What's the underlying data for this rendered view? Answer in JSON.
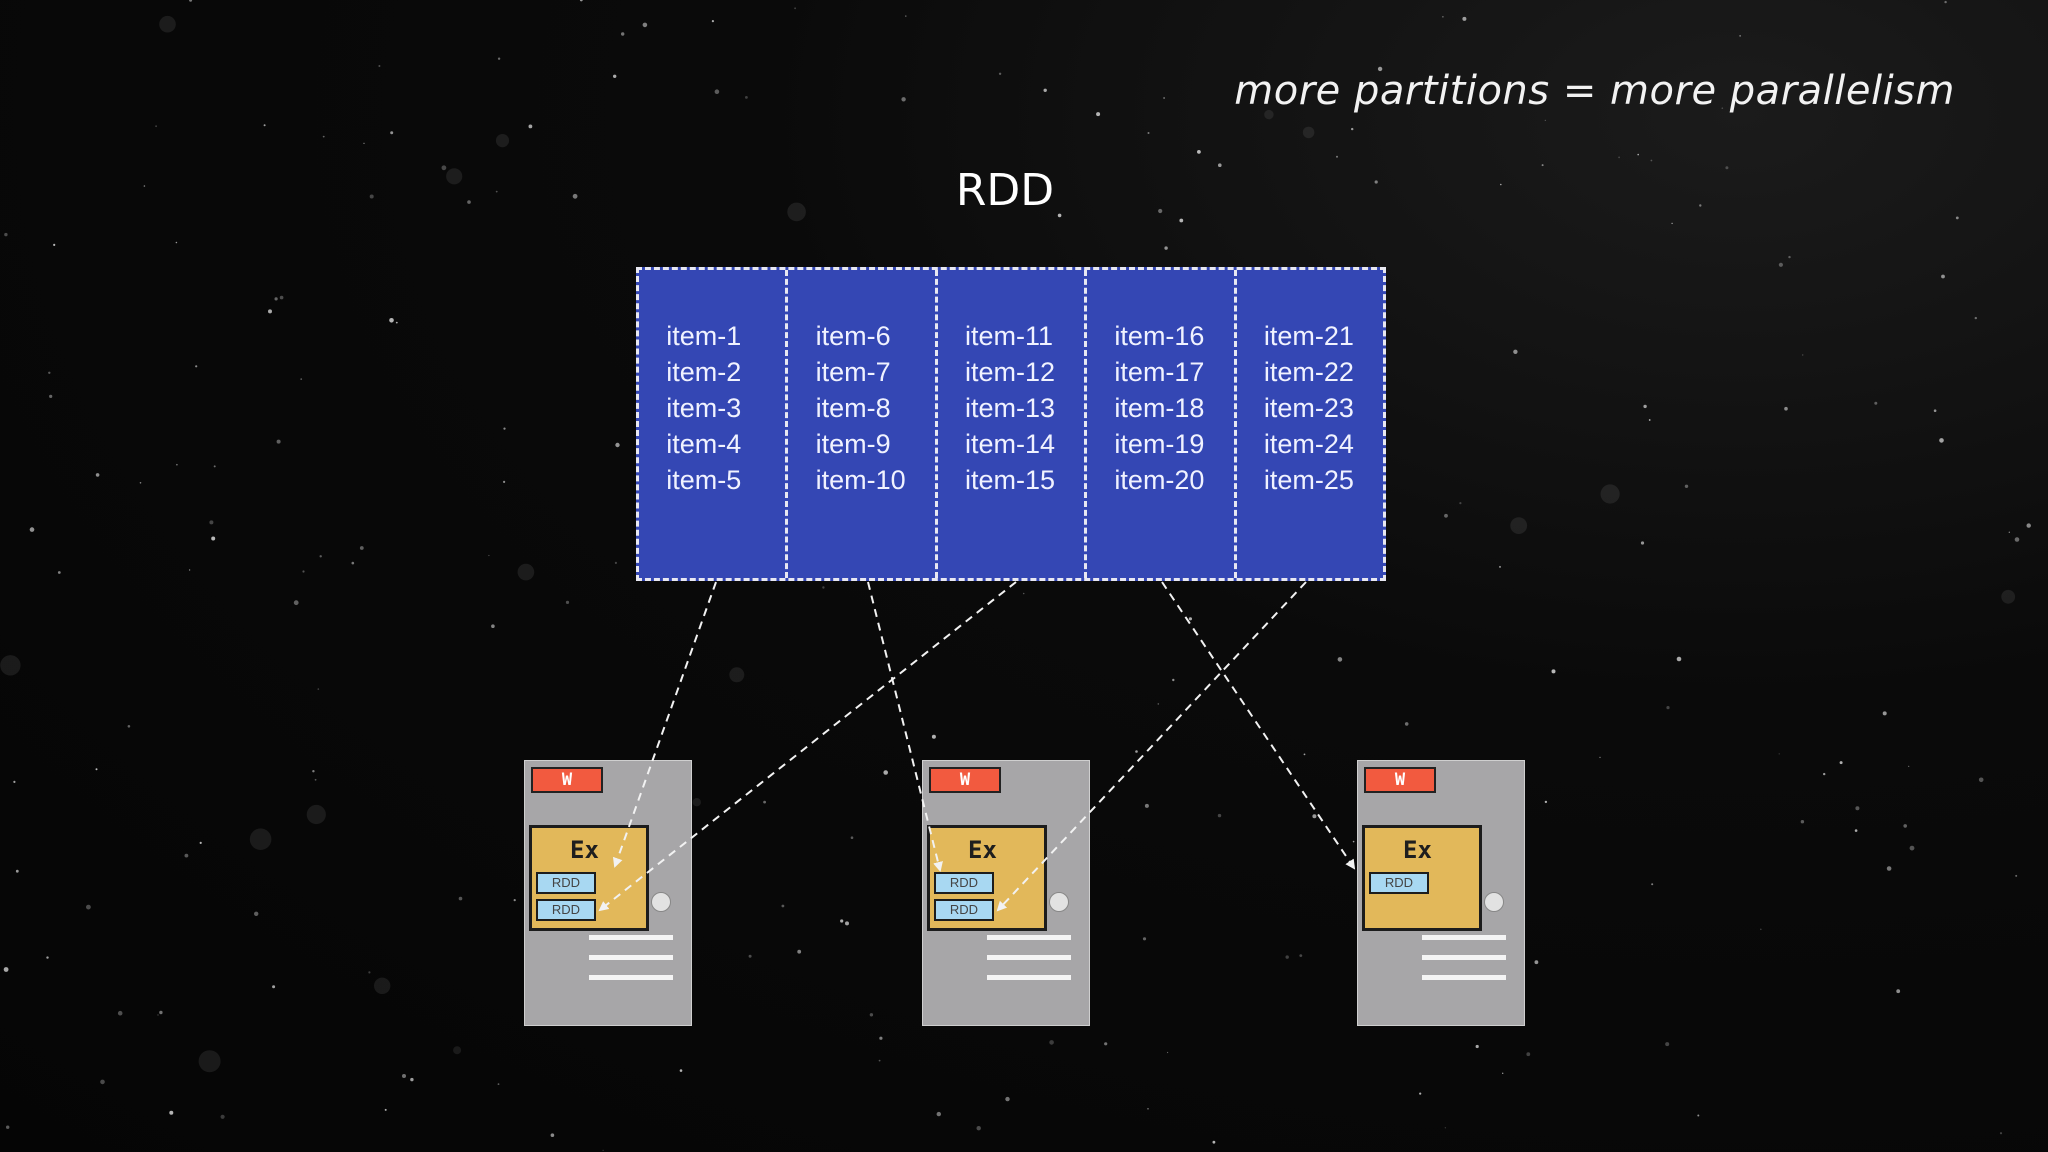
{
  "tagline": "more partitions = more parallelism",
  "rdd": {
    "title": "RDD",
    "fill_color": "#3447b4",
    "partitions": [
      {
        "items": [
          "item-1",
          "item-2",
          "item-3",
          "item-4",
          "item-5"
        ]
      },
      {
        "items": [
          "item-6",
          "item-7",
          "item-8",
          "item-9",
          "item-10"
        ]
      },
      {
        "items": [
          "item-11",
          "item-12",
          "item-13",
          "item-14",
          "item-15"
        ]
      },
      {
        "items": [
          "item-16",
          "item-17",
          "item-18",
          "item-19",
          "item-20"
        ]
      },
      {
        "items": [
          "item-21",
          "item-22",
          "item-23",
          "item-24",
          "item-25"
        ]
      }
    ]
  },
  "workers": [
    {
      "badge": "W",
      "executor_label": "Ex",
      "rdd_chips": [
        "RDD",
        "RDD"
      ]
    },
    {
      "badge": "W",
      "executor_label": "Ex",
      "rdd_chips": [
        "RDD",
        "RDD"
      ]
    },
    {
      "badge": "W",
      "executor_label": "Ex",
      "rdd_chips": [
        "RDD"
      ]
    }
  ],
  "colors": {
    "worker_badge": "#f25a3f",
    "executor": "#e2b85a",
    "rdd_chip": "#a8d8f2",
    "worker_body": "#a7a6a8"
  }
}
